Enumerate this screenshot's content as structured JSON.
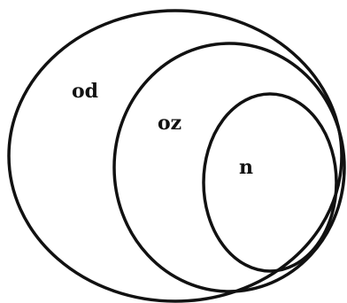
{
  "diagram": {
    "type": "nested-sets",
    "stroke_color": "#111111",
    "background_color": "#ffffff",
    "sets": [
      {
        "id": "od",
        "label": "od",
        "contains": [
          "oz"
        ]
      },
      {
        "id": "oz",
        "label": "oz",
        "contains": [
          "n"
        ]
      },
      {
        "id": "n",
        "label": "n",
        "contains": []
      }
    ]
  }
}
